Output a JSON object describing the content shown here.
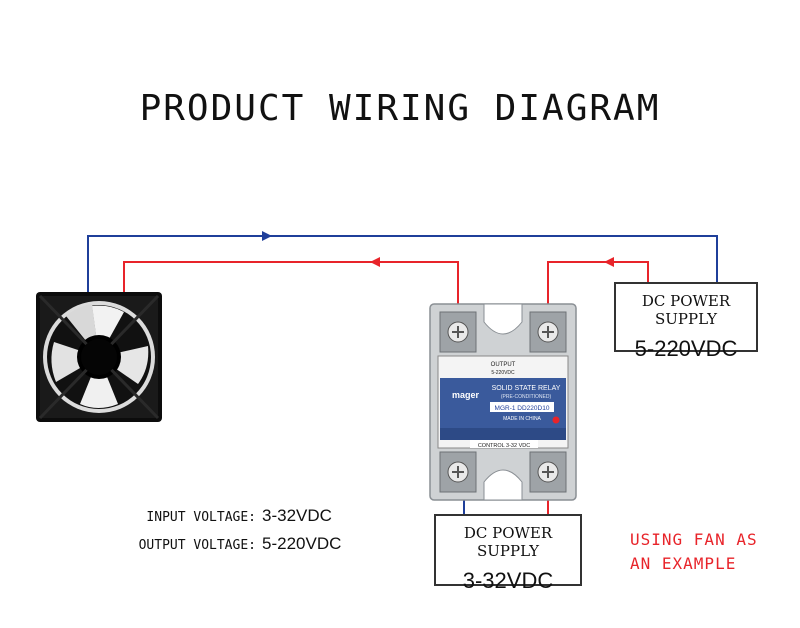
{
  "title": "PRODUCT WIRING DIAGRAM",
  "load_supply": {
    "label": "DC POWER SUPPLY",
    "value": "5-220VDC"
  },
  "control_supply": {
    "label": "DC POWER SUPPLY",
    "value": "3-32VDC"
  },
  "specs": {
    "input_label": "INPUT VOLTAGE:",
    "input_value": "3-32VDC",
    "output_label": "OUTPUT VOLTAGE:",
    "output_value": "5-220VDC"
  },
  "note": {
    "line1": "USING FAN AS",
    "line2": "AN EXAMPLE"
  },
  "relay": {
    "output_label": "OUTPUT",
    "output_range": "5-220VDC",
    "brand": "mager",
    "title": "SOLID STATE RELAY",
    "subtitle": "(PRE-CONDITIONED)",
    "model": "MGR-1 DD220D10",
    "made_in": "MADE IN CHINA",
    "control_label": "CONTROL 3-32 VDC"
  },
  "colors": {
    "positive_wire": "#e8242a",
    "negative_wire": "#1f3f9a",
    "label_bg": "#3a5a9c"
  },
  "icons": [
    "fan-icon",
    "solid-state-relay-icon",
    "screw-terminal-icon",
    "arrow-icon"
  ]
}
